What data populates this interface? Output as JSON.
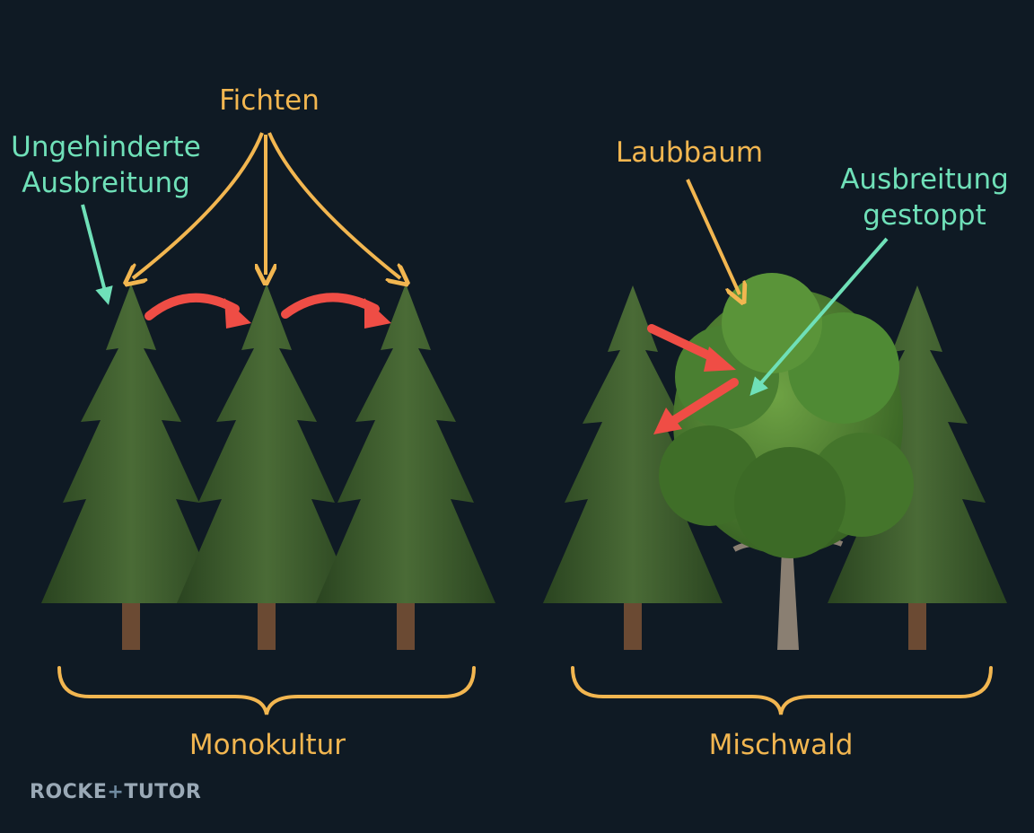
{
  "labels": {
    "fichten": "Fichten",
    "ungehindert_line1": "Ungehinderte",
    "ungehindert_line2": "Ausbreitung",
    "laubbaum": "Laubbaum",
    "gestoppt_line1": "Ausbreitung",
    "gestoppt_line2": "gestoppt",
    "monokultur": "Monokultur",
    "mischwald": "Mischwald"
  },
  "logo": {
    "left": "ROCKE",
    "mark": "+",
    "right": "TUTOR"
  },
  "colors": {
    "background": "#0f1a24",
    "label_orange": "#f2b650",
    "label_teal": "#6fe0b8",
    "spread_arrow": "#ef4d45",
    "spruce_foliage": "#3a5a2c",
    "deciduous_foliage": "#4f8a34",
    "trunk": "#6b4a33"
  }
}
